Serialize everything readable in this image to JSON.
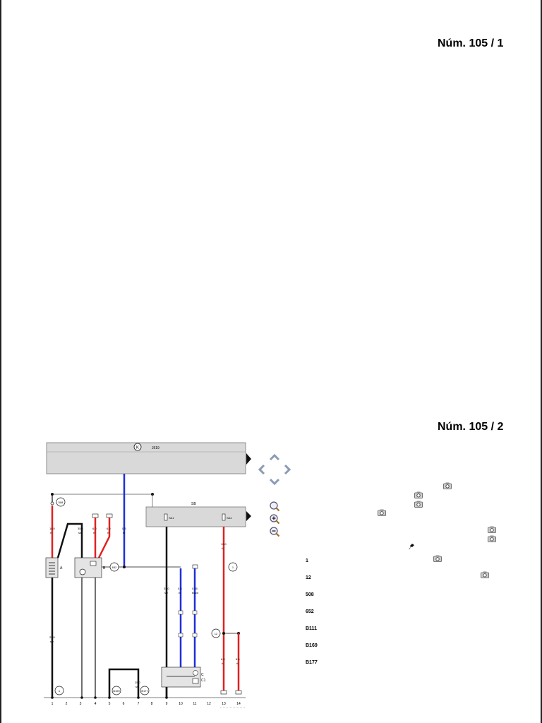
{
  "pages": [
    {
      "number": "Núm.  105 / 1"
    },
    {
      "number": "Núm.  105 / 2"
    }
  ],
  "diagram": {
    "top_bar_label": "J519",
    "top_bar_marker": "K",
    "second_bar_label": "SB",
    "fuse1_label": "SA1",
    "fuse2_label": "SA4",
    "component_a": "A",
    "component_b": "B",
    "component_c": "C",
    "component_c1": "C1",
    "node_labels": [
      "508",
      "B111",
      "652",
      "B169",
      "B177",
      "1",
      "12"
    ],
    "wire_labels": [
      {
        "size": "16.0",
        "color": "rt"
      },
      {
        "size": "35.0",
        "color": "sw"
      },
      {
        "size": "6.0",
        "color": "rt"
      },
      {
        "size": "6.0",
        "color": "rt"
      },
      {
        "size": "0.5",
        "color": "bl"
      },
      {
        "size": "35.0",
        "color": "sw"
      },
      {
        "size": "0.5",
        "color": "bl"
      },
      {
        "size": "0.35",
        "color": "bl/sw"
      },
      {
        "size": "10.0",
        "color": "rt"
      },
      {
        "size": "25.0",
        "color": "sw"
      },
      {
        "size": "25.0",
        "color": "sw"
      },
      {
        "size": "6.0",
        "color": "rt"
      },
      {
        "size": "6.0",
        "color": "rt"
      }
    ],
    "terminals": [
      "1",
      "2",
      "3",
      "4",
      "5",
      "6",
      "7",
      "8",
      "9",
      "10",
      "11",
      "12",
      "13",
      "14"
    ]
  },
  "legend": [
    "1",
    "12",
    "508",
    "652",
    "B111",
    "B169",
    "B177"
  ],
  "icons": {
    "nav_up": "chevron-up-icon",
    "nav_left": "chevron-left-icon",
    "nav_right": "chevron-right-icon",
    "nav_down": "chevron-down-icon",
    "zoom_fit": "zoom-fit-icon",
    "zoom_in": "zoom-in-icon",
    "zoom_out": "zoom-out-icon",
    "camera": "camera-icon",
    "connector": "connector-icon"
  },
  "colors": {
    "wire_red": "#e0211f",
    "wire_blue": "#1f2fd8",
    "wire_black": "#111111",
    "bar_gray": "#d9d9d9"
  }
}
